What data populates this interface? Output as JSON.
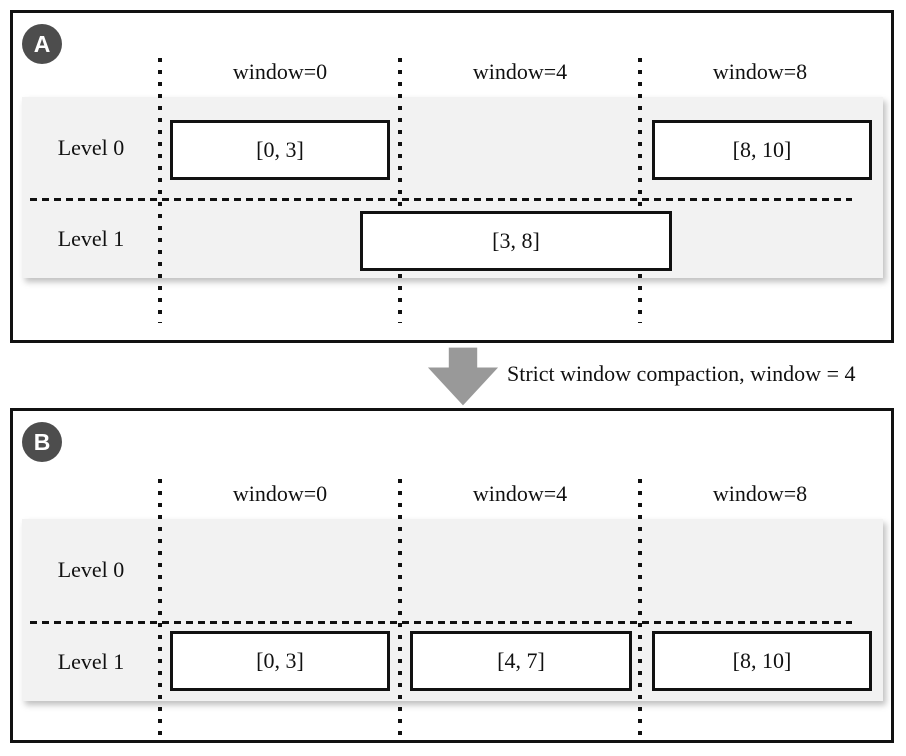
{
  "figure": {
    "transition": {
      "arrow_icon": "down-block-arrow",
      "label": "Strict window compaction, window = 4"
    },
    "panels": [
      {
        "badge": "A",
        "columns": [
          "window=0",
          "window=4",
          "window=8"
        ],
        "rows": [
          "Level 0",
          "Level 1"
        ],
        "files": {
          "level0_window0": "[0, 3]",
          "level0_window8": "[8, 10]",
          "level1_span": "[3, 8]"
        }
      },
      {
        "badge": "B",
        "columns": [
          "window=0",
          "window=4",
          "window=8"
        ],
        "rows": [
          "Level 0",
          "Level 1"
        ],
        "files": {
          "level1_window0": "[0, 3]",
          "level1_window4": "[4, 7]",
          "level1_window8": "[8, 10]"
        }
      }
    ],
    "colors": {
      "line": "#111111",
      "row_band": "#f2f2f2",
      "badge_bg": "#4d4d4d",
      "badge_fg": "#ffffff",
      "arrow": "#999999"
    }
  }
}
